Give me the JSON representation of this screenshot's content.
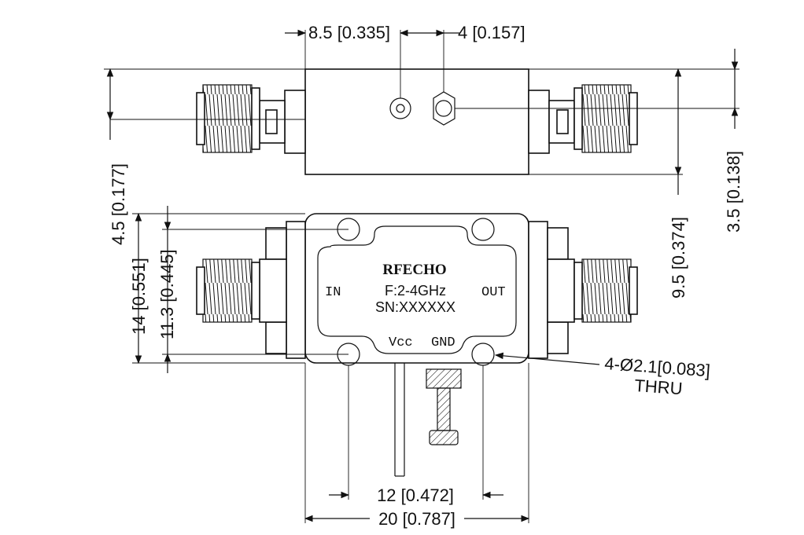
{
  "labels": {
    "brand": "RFECHO",
    "frequency": "F:2-4GHz",
    "serial": "SN:XXXXXX",
    "port_in": "IN",
    "port_out": "OUT",
    "pin_vcc": "Vcc",
    "pin_gnd": "GND"
  },
  "dimensions": {
    "top_left_offset": "8.5 [0.335]",
    "top_hex_offset": "4 [0.157]",
    "side_4_5": "4.5 [0.177]",
    "side_14": "14 [0.551]",
    "side_11_3": "11.3 [0.445]",
    "height_9_5": "9.5 [0.374]",
    "height_3_5": "3.5 [0.138]",
    "hole_spec": "4-Ø2.1[0.083]",
    "hole_thru": "THRU",
    "bottom_12": "12 [0.472]",
    "bottom_20": "20 [0.787]"
  }
}
